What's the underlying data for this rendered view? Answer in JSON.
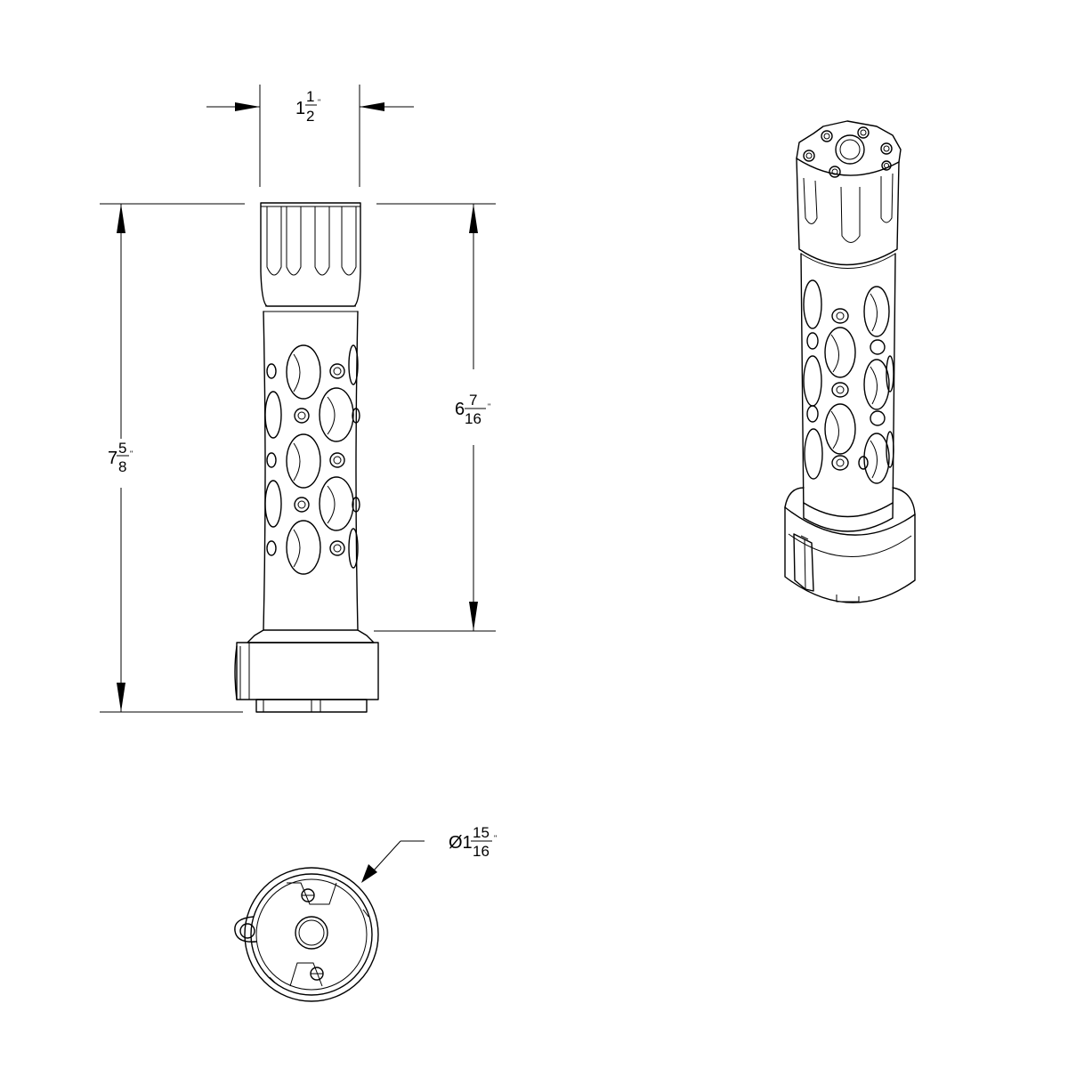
{
  "dimensions": {
    "width": {
      "whole": "1",
      "num": "1",
      "den": "2",
      "unit": "\""
    },
    "overall_height": {
      "whole": "7",
      "num": "5",
      "den": "8",
      "unit": "\""
    },
    "body_height": {
      "whole": "6",
      "num": "7",
      "den": "16",
      "unit": "\""
    },
    "diameter": {
      "prefix": "Ø1",
      "num": "15",
      "den": "16",
      "unit": "\""
    }
  }
}
